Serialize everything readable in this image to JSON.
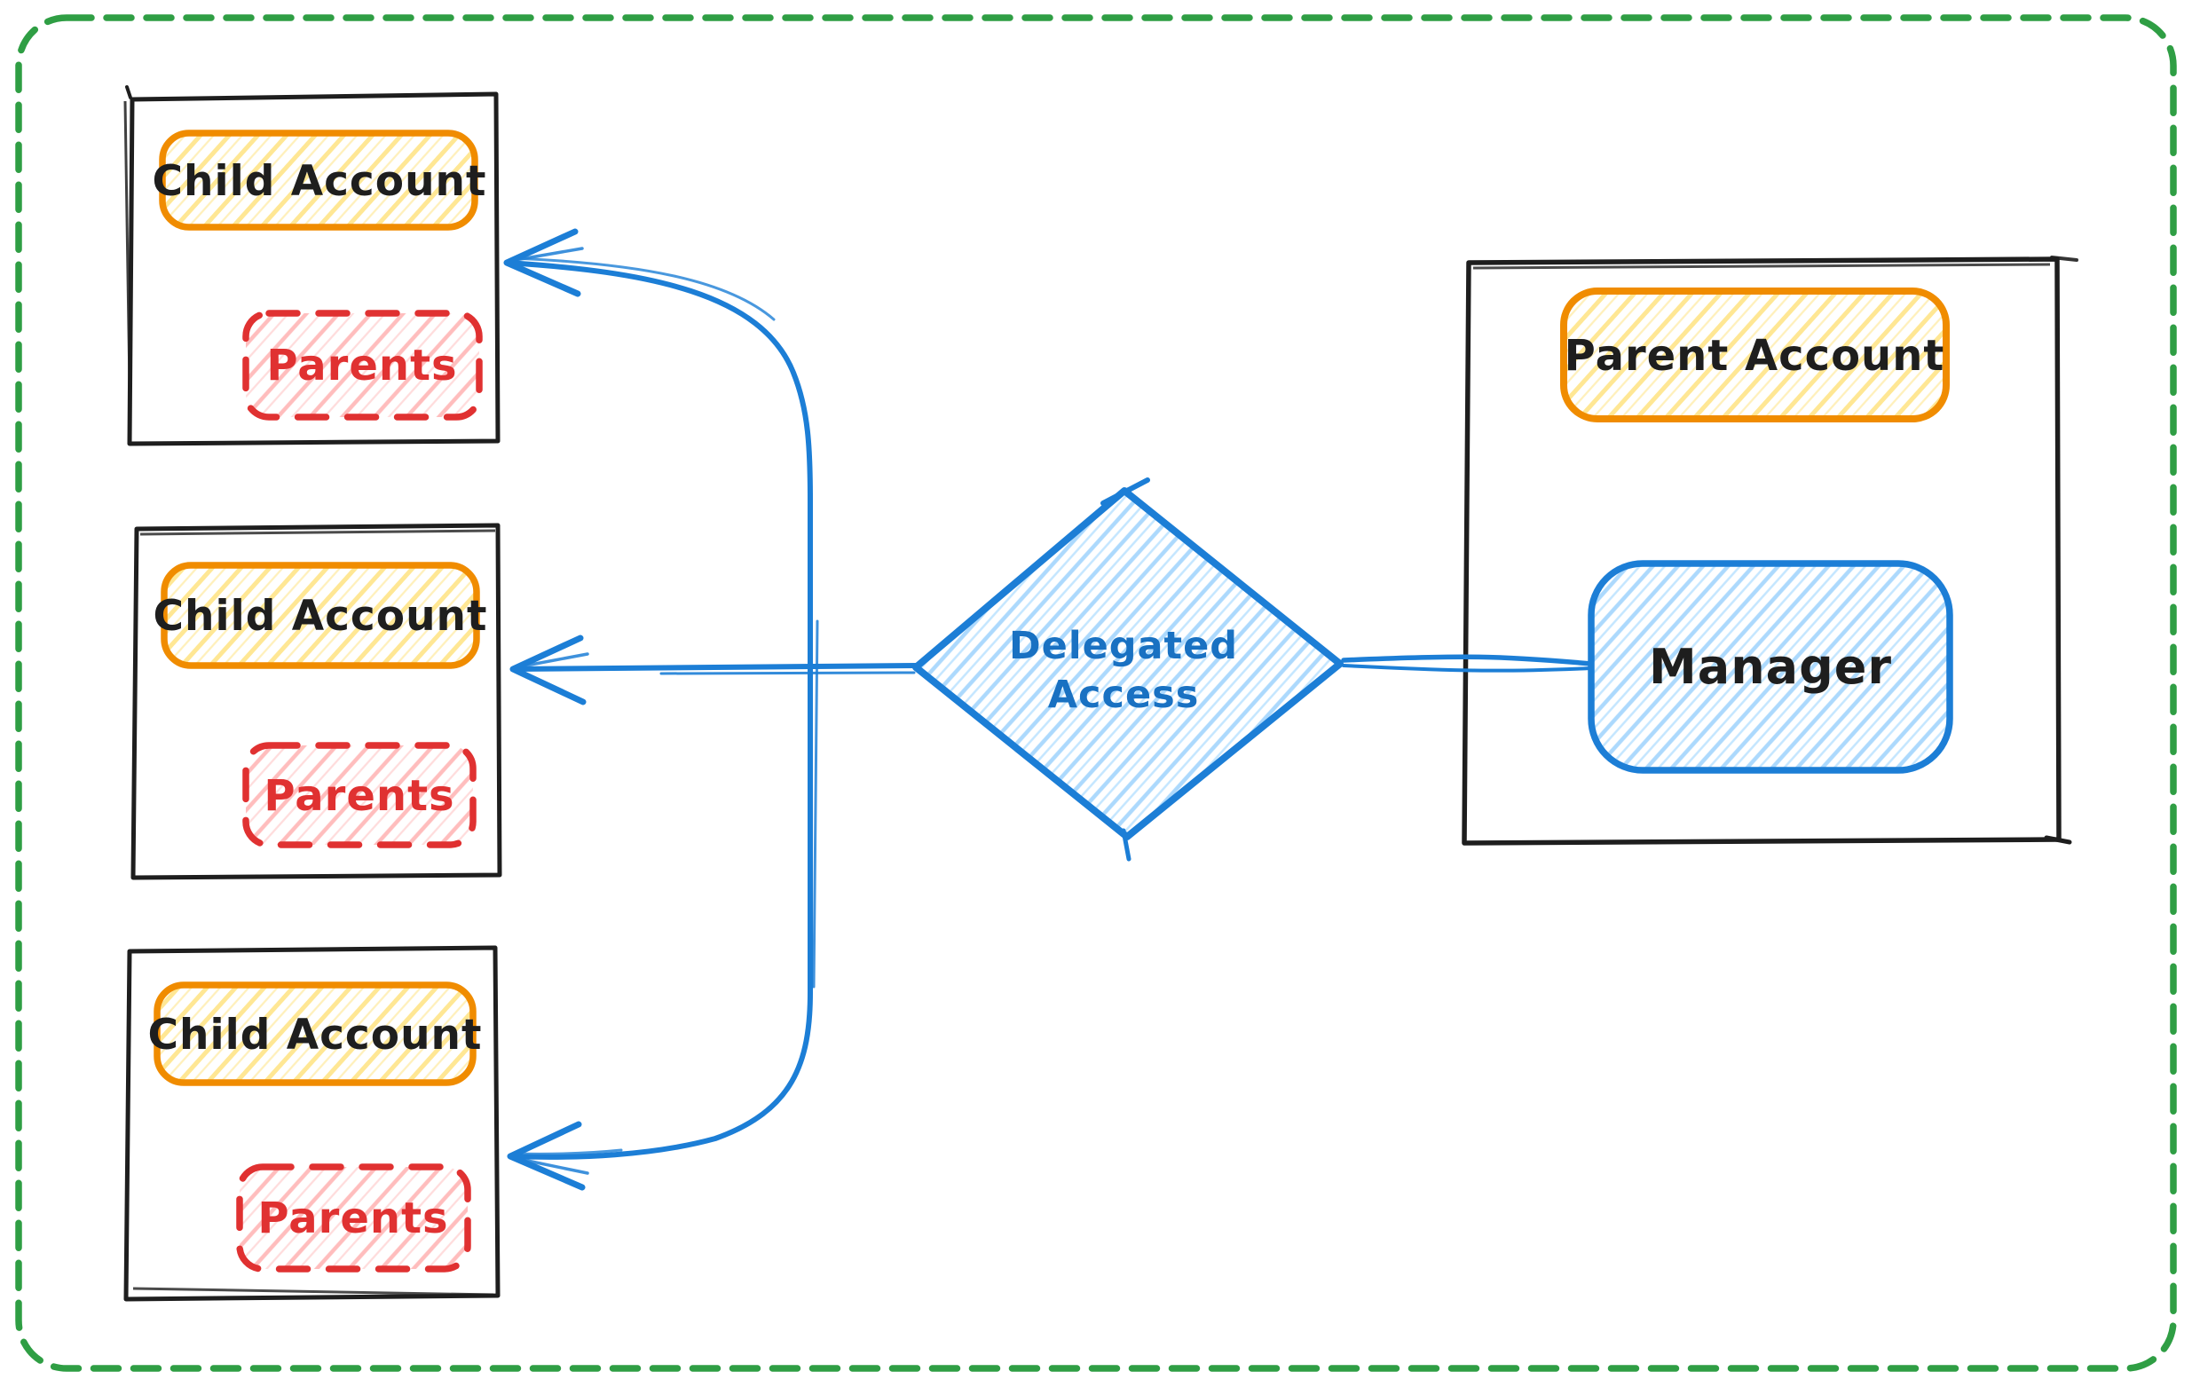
{
  "canvas": {
    "background": "#ffffff",
    "frame_color": "#2f9e44"
  },
  "colors": {
    "sketch_black": "#1e1e1e",
    "orange": "#f08c00",
    "yellow_hatch": "#ffd43b",
    "red": "#e03131",
    "red_hatch": "#ff8787",
    "blue": "#1c7ed6",
    "blue_text": "#1971c2",
    "blue_hatch": "#74c0fc",
    "green": "#2f9e44"
  },
  "nodes": {
    "children": [
      {
        "title": "Child Account",
        "subtitle": "Parents"
      },
      {
        "title": "Child Account",
        "subtitle": "Parents"
      },
      {
        "title": "Child Account",
        "subtitle": "Parents"
      }
    ],
    "decision": {
      "line1": "Delegated",
      "line2": "Access"
    },
    "parent": {
      "title": "Parent Account",
      "member": "Manager"
    }
  }
}
